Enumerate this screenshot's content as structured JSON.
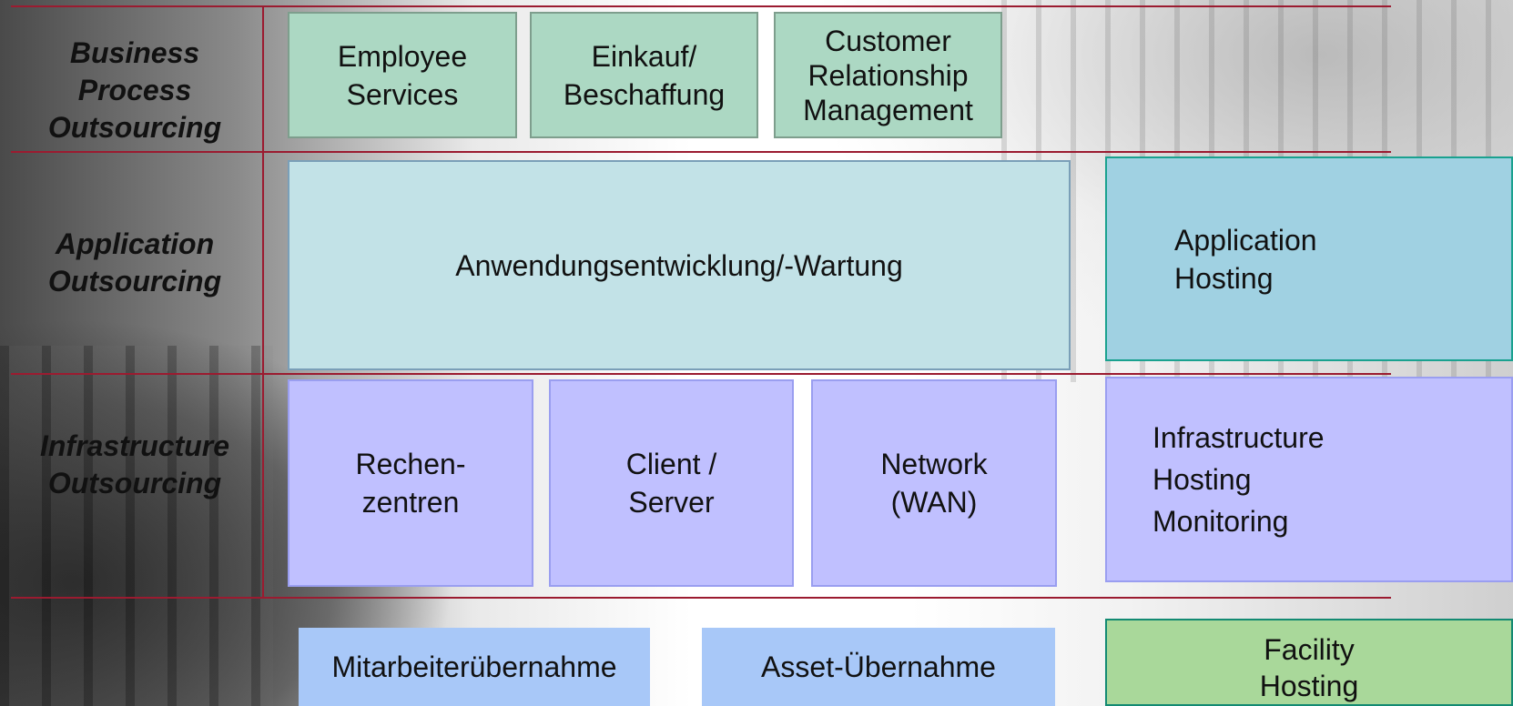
{
  "rows": [
    {
      "label": "Business\nProcess\nOutsourcing"
    },
    {
      "label": "Application\nOutsourcing"
    },
    {
      "label": "Infrastructure\nOutsourcing"
    }
  ],
  "business_process": {
    "boxes": [
      {
        "label": "Employee\nServices"
      },
      {
        "label": "Einkauf/\nBeschaffung"
      },
      {
        "label": "Customer\nRelationship\nManagement"
      }
    ]
  },
  "application": {
    "development": "Anwendungsentwicklung/-Wartung",
    "hosting": "Application\nHosting"
  },
  "infrastructure": {
    "boxes": [
      {
        "label": "Rechen-\nzentren"
      },
      {
        "label": "Client /\nServer"
      },
      {
        "label": "Network\n(WAN)"
      }
    ],
    "hosting": "Infrastructure\n   Hosting\n   Monitoring"
  },
  "transfer": {
    "staff": "Mitarbeiterübernahme",
    "assets": "Asset-Übernahme",
    "facility": "Facility\nHosting"
  },
  "colors": {
    "divider": "#9b1b30",
    "bpo_box": "#acd8c3",
    "app_dev_box": "#c2e2e7",
    "app_hosting_box": "#a0d1e2",
    "infra_box": "#c0c0ff",
    "transfer_box": "#a8c8f8",
    "facility_box": "#a9d89a"
  }
}
